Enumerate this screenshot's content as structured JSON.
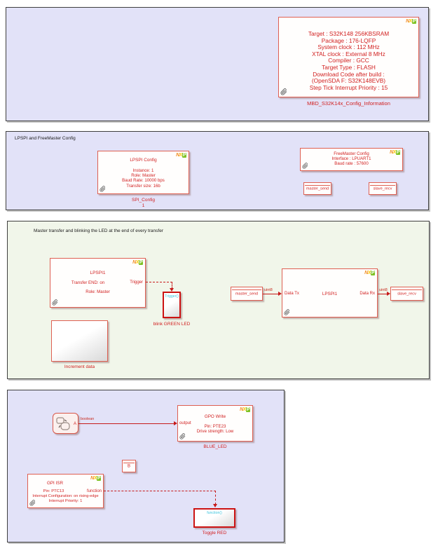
{
  "logo": {
    "n": "N",
    "x": "X",
    "p": "P"
  },
  "colors": {
    "region_lavender": "#e2e2f8",
    "region_green": "#f1f6ea",
    "block_border_red": "#de5f52",
    "subsystem_border_red": "#cc1212",
    "text_red": "#d11f1f",
    "trigger_cyan": "#3fc6de"
  },
  "config_info": {
    "lines": [
      "Target : S32K148 256KBSRAM",
      "Package : 176-LQFP",
      "System clock : 112 MHz",
      "XTAL clock : External 8 MHz",
      "Compiler : GCC",
      "Target Type : FLASH",
      "Download Code after build :",
      "(OpenSDA F: S32K148EVB)",
      "Step Tick Interrupt Priority : 15"
    ],
    "label": "MBD_S32K14x_Config_Information"
  },
  "spi_section": {
    "title": "LPSPI and FreeMaster Config",
    "lpspi_config": {
      "title": "LPSPI Config",
      "lines": [
        "Instance: 1",
        "Role: Master",
        "Baud Rate: 10000 bps",
        "Transfer size: 16b"
      ],
      "label": "SPI_Config",
      "label_sub": "1"
    },
    "freemaster_config": {
      "lines": [
        "FreeMaster Config",
        "Interface : LPUART1",
        "Baud rate : 57600"
      ]
    },
    "master_send_label": "master_send",
    "slave_recv_label": "slave_recv"
  },
  "transfer_section": {
    "title": "Master transfer and blinking the LED at the end of every transfer",
    "lpspi_trigger": {
      "title": "LPSPI1",
      "line1": "Transfer END: on",
      "line2": "Role: Master",
      "port": "Trigger"
    },
    "blink_green": {
      "port": "Trigger()",
      "label": "blink GREEN LED"
    },
    "increment_label": "Increment data",
    "master_send_label": "master_send",
    "wire_type_in": "uint8",
    "lpspi_data": {
      "title": "LPSPI1",
      "port_in": "Data Tx",
      "port_out": "Data Rx"
    },
    "wire_type_out": "uint8",
    "slave_recv_label": "slave_recv"
  },
  "gpio_section": {
    "chart_port": "A",
    "wire_type": "boolean",
    "gpo_write": {
      "title": "GPO Write",
      "line1": "Pin: PTE23",
      "line2": "Drive strength: Low",
      "port": "output",
      "label": "BLUE_LED"
    },
    "b_label": "B",
    "gpi_isr": {
      "title": "GPI ISR",
      "line1": "Pin: PTC13",
      "line2": "Interrupt Configuration: on rising-edge",
      "line3": "Interrupt Priority: 1",
      "port": "function"
    },
    "toggle_red": {
      "port": "function()",
      "label": "Toggle RED"
    }
  }
}
